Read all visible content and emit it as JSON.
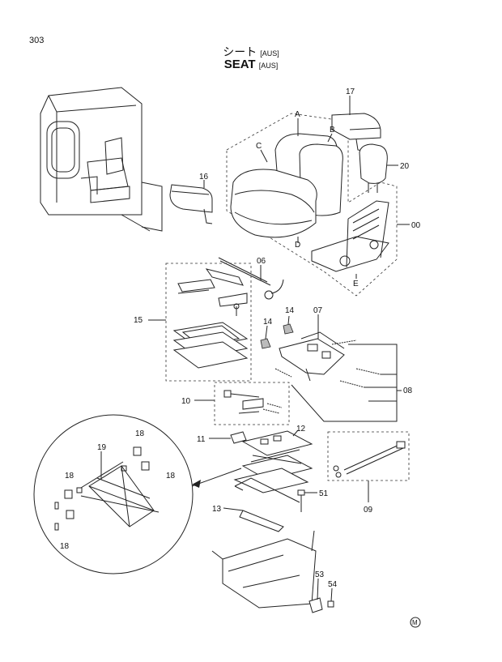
{
  "page_number": "303",
  "title": {
    "jp": "シート",
    "jp_tag": "[AUS]",
    "en": "SEAT",
    "en_tag": "[AUS]"
  },
  "part_labels": {
    "p17": "17",
    "a": "A",
    "b": "B",
    "c": "C",
    "p20": "20",
    "p16": "16",
    "p00": "00",
    "d": "D",
    "e": "E",
    "p06": "06",
    "p15": "15",
    "p14a": "14",
    "p14b": "14",
    "p07": "07",
    "p08": "08",
    "p10": "10",
    "p12": "12",
    "p11": "11",
    "p19": "19",
    "p18a": "18",
    "p18b": "18",
    "p18c": "18",
    "p18d": "18",
    "p51": "51",
    "p13": "13",
    "p09": "09",
    "p53": "53",
    "p54": "54"
  },
  "footer_mark": "M"
}
